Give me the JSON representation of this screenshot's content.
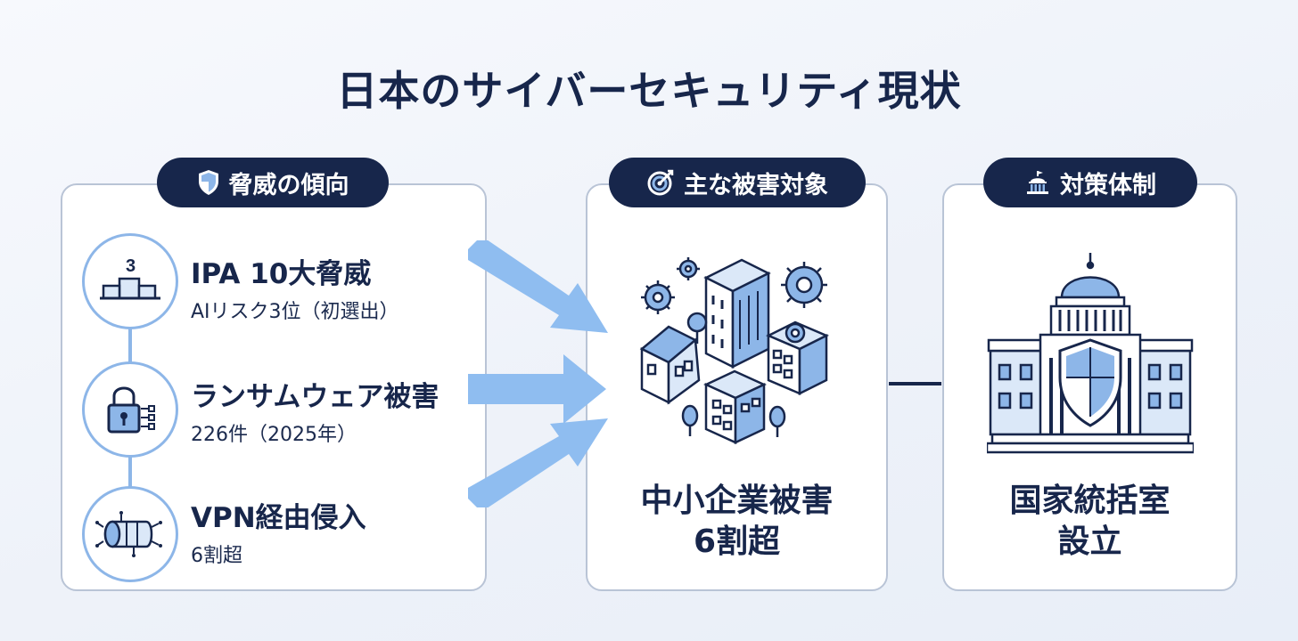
{
  "title": "日本のサイバーセキュリティ現状",
  "sections": {
    "threats": {
      "header": "脅威の傾向",
      "items": [
        {
          "title": "IPA 10大脅威",
          "sub": "AIリスク3位（初選出）",
          "badge": "3",
          "icon": "podium-icon"
        },
        {
          "title": "ランサムウェア被害",
          "sub": "226件（2025年）",
          "icon": "lock-icon"
        },
        {
          "title": "VPN経由侵入",
          "sub": "6割超",
          "icon": "network-pipe-icon"
        }
      ]
    },
    "targets": {
      "header": "主な被害対象",
      "line1": "中小企業被害",
      "line2": "6割超",
      "icon": "city-buildings-icon"
    },
    "countermeasures": {
      "header": "対策体制",
      "line1": "国家統括室",
      "line2": "設立",
      "icon": "government-shield-icon"
    }
  },
  "colors": {
    "navy": "#17264b",
    "accent_light": "#8db6e8",
    "arrow": "#8fbdf0",
    "panel_border": "#b9c4d6"
  }
}
